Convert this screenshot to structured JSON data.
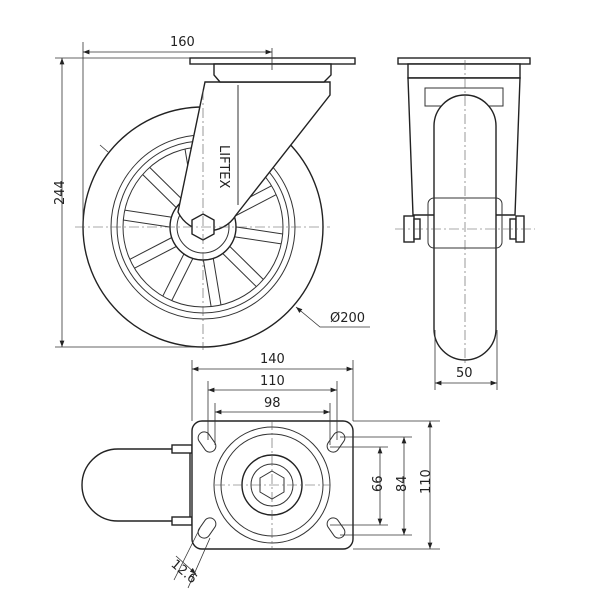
{
  "title": "Swivel castor technical drawing",
  "logo_text": "LIFTEX",
  "dimensions": {
    "width_side": "160",
    "height_total": "244",
    "wheel_diameter": "Ø200",
    "wheel_width": "50",
    "plate_length": "140",
    "hole_spacing_outer_x": "110",
    "hole_spacing_inner_x": "98",
    "hole_spacing_inner_y": "66",
    "hole_spacing_outer_y": "84",
    "plate_width": "110",
    "slot_width": "12.6"
  }
}
